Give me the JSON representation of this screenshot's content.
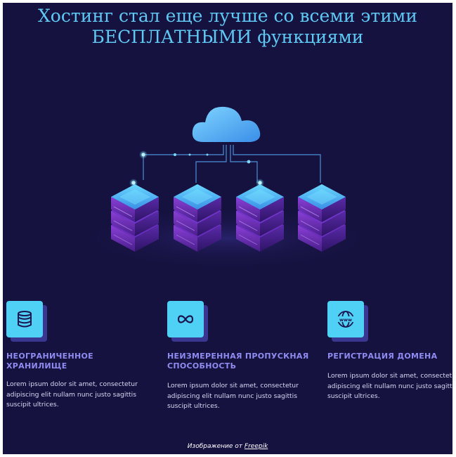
{
  "header": {
    "title": "Хостинг стал еще лучше со всеми этими БЕСПЛАТНЫМИ функциями"
  },
  "features": [
    {
      "icon": "database-icon",
      "title": "НЕОГРАНИЧЕННОЕ ХРАНИЛИЩЕ",
      "text": "Lorem ipsum dolor sit amet, consectetur adipiscing elit nullam nunc justo sagittis suscipit ultrices."
    },
    {
      "icon": "infinity-icon",
      "title": "НЕИЗМЕРЕННАЯ ПРОПУСКНАЯ СПОСОБНОСТЬ",
      "text": "Lorem ipsum dolor sit amet, consectetur adipiscing elit nullam nunc justo sagittis suscipit ultrices."
    },
    {
      "icon": "globe-www-icon",
      "title": "РЕГИСТРАЦИЯ ДОМЕНА",
      "text": "Lorem ipsum dolor sit amet, consectetur adipiscing elit nullam nunc justo sagittis suscipit ultrices."
    }
  ],
  "credit": {
    "prefix": "Изображение от ",
    "link": "Freepik"
  },
  "colors": {
    "background": "#161240",
    "title": "#5fc8f3",
    "accent_cyan": "#4fd1f5",
    "feature_title": "#8f8bf0",
    "server_purple": "#7b34c4"
  }
}
